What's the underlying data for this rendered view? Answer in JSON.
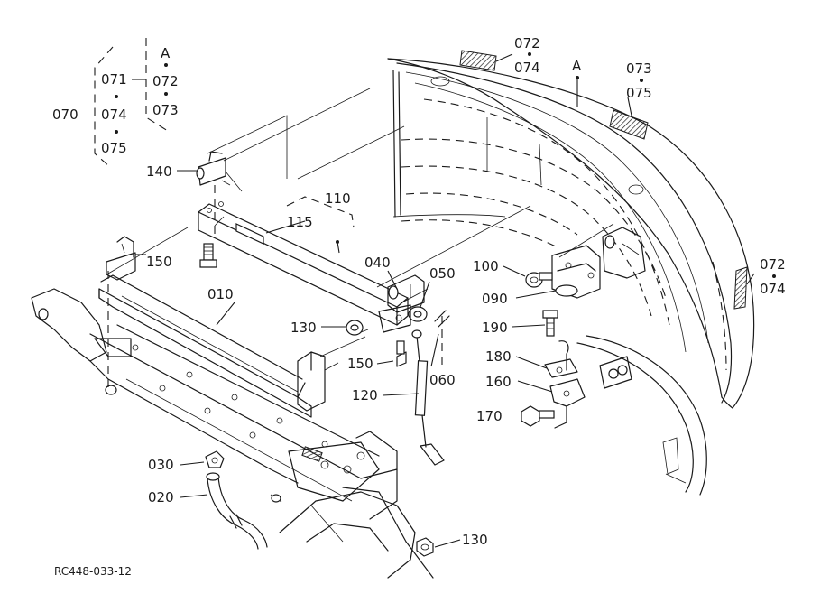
{
  "diagram_ref": "RC448-033-12",
  "labels": {
    "p070": "070",
    "p071": "071",
    "p074a": "074",
    "p075a": "075",
    "pA1": "A",
    "p072a": "072",
    "p073a": "073",
    "p140": "140",
    "p110": "110",
    "p115": "115",
    "p150a": "150",
    "p010": "010",
    "p040": "040",
    "p050": "050",
    "p130a": "130",
    "p150b": "150",
    "p060": "060",
    "p120": "120",
    "p030": "030",
    "p020": "020",
    "p130b": "130",
    "p072b": "072",
    "p074b": "074",
    "pA2": "A",
    "p073b": "073",
    "p075b": "075",
    "p100": "100",
    "p090": "090",
    "p190": "190",
    "p180": "180",
    "p160": "160",
    "p170": "170",
    "p072c": "072",
    "p074c": "074"
  }
}
